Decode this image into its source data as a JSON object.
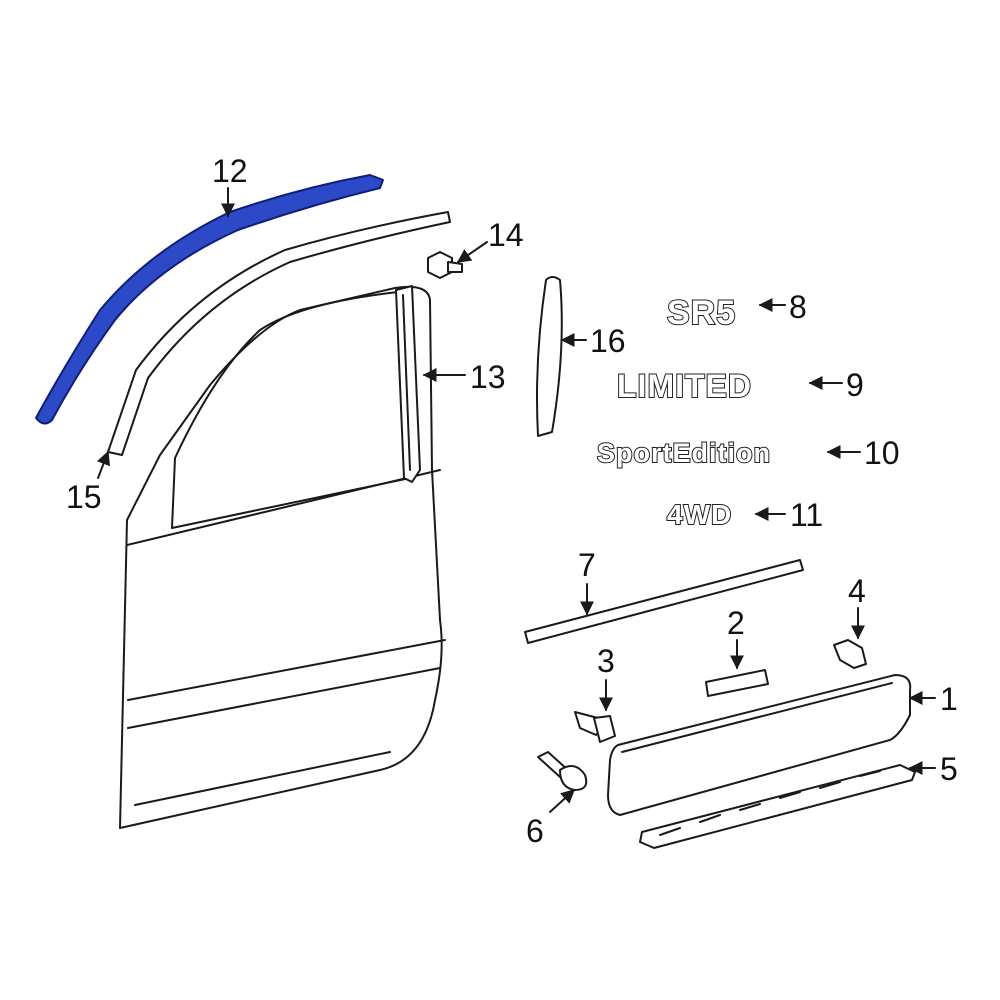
{
  "highlight_color": "#2c49c7",
  "callouts": {
    "c1": "1",
    "c2": "2",
    "c3": "3",
    "c4": "4",
    "c5": "5",
    "c6": "6",
    "c7": "7",
    "c8": "8",
    "c9": "9",
    "c10": "10",
    "c11": "11",
    "c12": "12",
    "c13": "13",
    "c14": "14",
    "c15": "15",
    "c16": "16"
  },
  "emblems": {
    "sr5": "SR5",
    "limited": "LIMITED",
    "sport_edition": "SportEdition",
    "fourwd": "4WD"
  }
}
